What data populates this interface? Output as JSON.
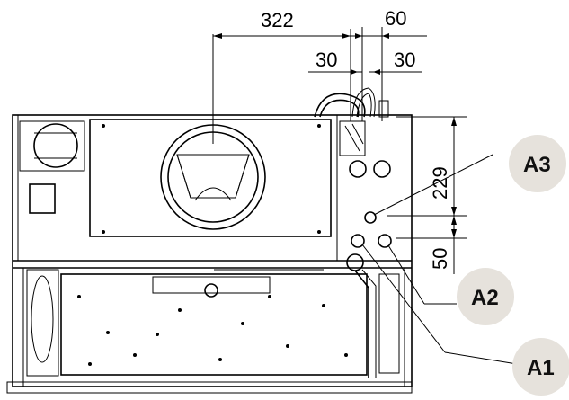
{
  "dimensions": {
    "d322": "322",
    "d60": "60",
    "d30_left": "30",
    "d30_right": "30",
    "d229": "229",
    "d50": "50"
  },
  "callouts": {
    "a1": "A1",
    "a2": "A2",
    "a3": "A3"
  },
  "colors": {
    "line": "#000000",
    "badge": "#e6e2dc"
  }
}
